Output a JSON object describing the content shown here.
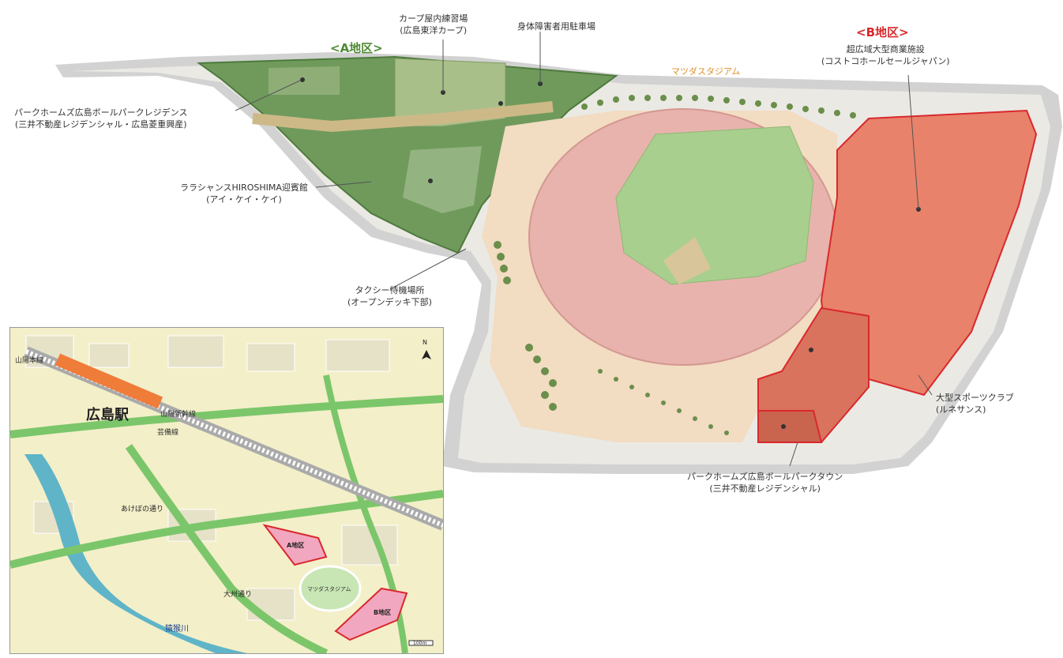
{
  "districts": {
    "a": "<A地区>",
    "b": "<B地区>"
  },
  "stadium_label": "マツダスタジアム",
  "labels": {
    "carp": [
      "カープ屋内練習場",
      "(広島東洋カープ)"
    ],
    "parking": [
      "身体障害者用駐車場"
    ],
    "park_residence": [
      "パークホームズ広島ボールパークレジデンス",
      "(三井不動産レジデンシャル・広島菱重興産)"
    ],
    "lalachance": [
      "ララシャンスHIROSHIMA迎賓館",
      "(アイ・ケイ・ケイ)"
    ],
    "taxi": [
      "タクシー待機場所",
      "(オープンデッキ下部)"
    ],
    "costco": [
      "超広域大型商業施設",
      "(コストコホールセールジャパン)"
    ],
    "sports_club": [
      "大型スポーツクラブ",
      "(ルネサンス)"
    ],
    "park_town": [
      "パークホームズ広島ボールパークタウン",
      "(三井不動産レジデンシャル)"
    ]
  },
  "inset": {
    "station": "広島駅",
    "sanyo_main": "山陽本線",
    "sanyo_shinkansen": "山陽新幹線",
    "geibi": "芸備線",
    "street": "あけぼの通り",
    "daishu": "大州通り",
    "river": "猿猴川",
    "district_a": "A地区",
    "district_b": "B地区",
    "stadium": "マツダスタジアム",
    "north": "N",
    "scale": "100m"
  },
  "colors": {
    "district_a_fill": "#6f9a5c",
    "district_b_fill": "#e8826a",
    "district_b_border": "#d9282c",
    "stadium_seats": "#e8b3ad",
    "field": "#a8cf8e",
    "road": "#cfcfcf"
  }
}
